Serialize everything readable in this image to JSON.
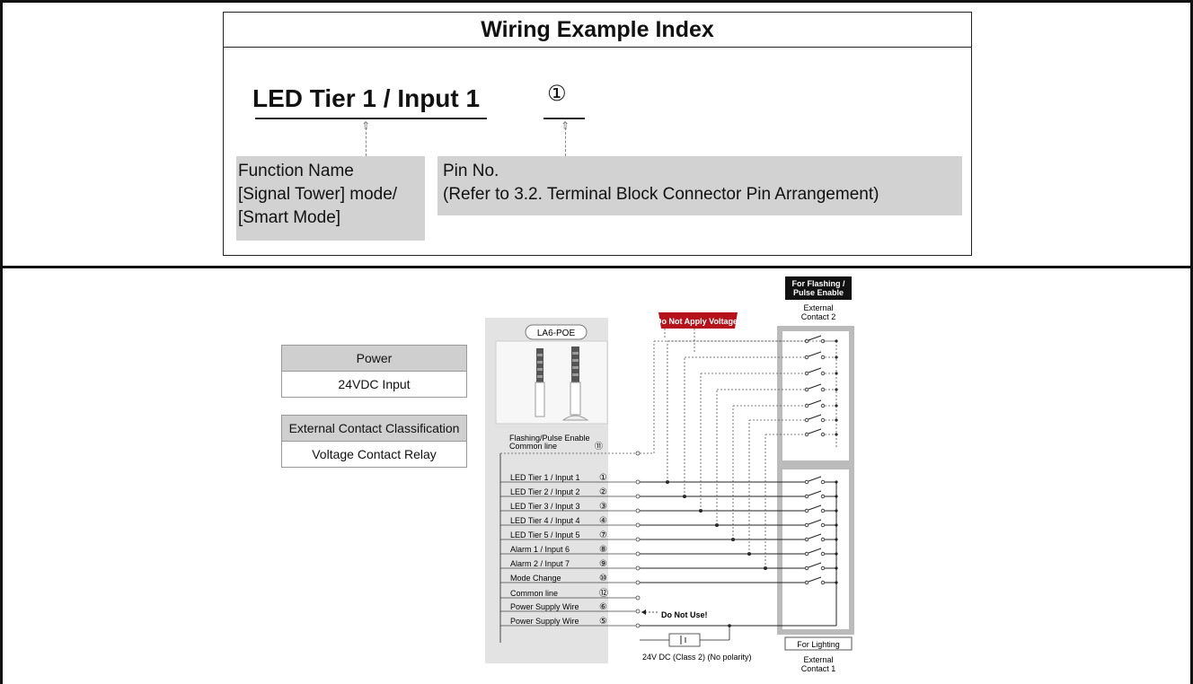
{
  "index": {
    "title": "Wiring Example Index",
    "function_example": "LED Tier 1 / Input 1",
    "pin_example": "①",
    "function_desc": [
      "Function Name",
      "[Signal Tower] mode/",
      "[Smart Mode]"
    ],
    "pin_desc": [
      "Pin No.",
      "(Refer to 3.2. Terminal Block Connector Pin Arrangement)"
    ]
  },
  "legend": {
    "power_header": "Power",
    "power_value": "24VDC Input",
    "contact_header": "External Contact Classification",
    "contact_value": "Voltage Contact Relay"
  },
  "diagram": {
    "device_label": "LA6-POE",
    "warning_label": "Do Not Apply Voltage!",
    "ext2_badge": [
      "For Flashing /",
      "Pulse Enable"
    ],
    "ext2_label": [
      "External",
      "Contact 2"
    ],
    "ext1_badge": "For Lighting",
    "ext1_label": [
      "External",
      "Contact 1"
    ],
    "flash_label": [
      "Flashing/Pulse Enable",
      "Common line"
    ],
    "flash_pin": "⑪",
    "do_not_use": "Do Not Use!",
    "supply_label": "24V DC (Class 2) (No polarity)",
    "terminals": [
      {
        "label": "LED Tier 1 / Input 1",
        "pin": "①"
      },
      {
        "label": "LED Tier 2 / Input 2",
        "pin": "②"
      },
      {
        "label": "LED Tier 3 / Input 3",
        "pin": "③"
      },
      {
        "label": "LED Tier 4 / Input 4",
        "pin": "④"
      },
      {
        "label": "LED Tier 5 / Input 5",
        "pin": "⑦"
      },
      {
        "label": "Alarm 1 / Input 6",
        "pin": "⑧"
      },
      {
        "label": "Alarm 2 / Input 7",
        "pin": "⑨"
      },
      {
        "label": "Mode Change",
        "pin": "⑩"
      },
      {
        "label": "Common line",
        "pin": "⑫"
      },
      {
        "label": "Power Supply Wire",
        "pin": "⑥"
      },
      {
        "label": "Power Supply Wire",
        "pin": "⑤"
      }
    ]
  }
}
